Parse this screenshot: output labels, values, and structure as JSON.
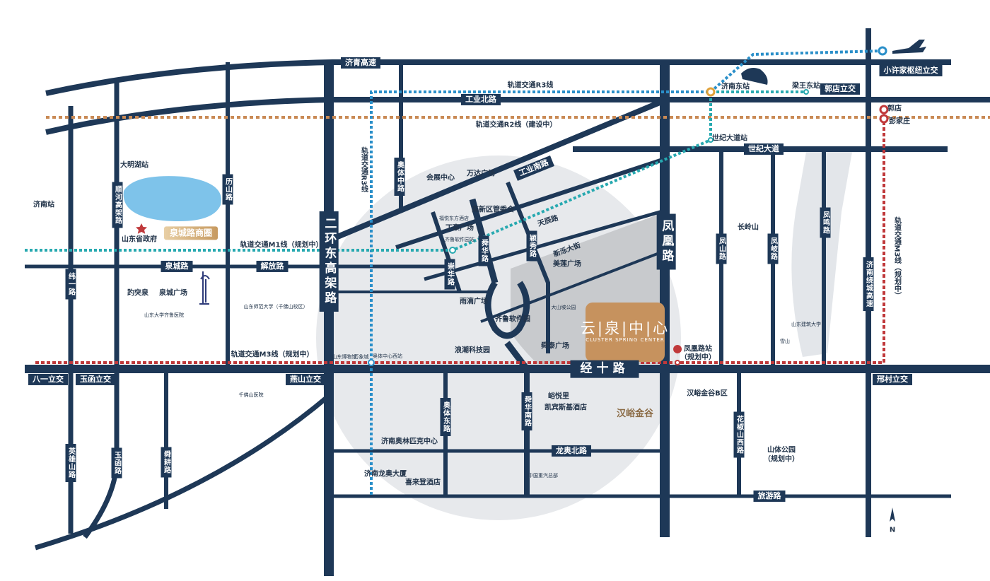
{
  "roads": {
    "jiqing": "济青高速",
    "gongyebei": "工业北路",
    "shiji": "世纪大道",
    "gongyenan": "工业南路",
    "tianchen": "天辰路",
    "xinluo": "新泺大街",
    "quancheng": "泉城路",
    "jiefang": "解放路",
    "jingshi": "经十路",
    "longaobei": "龙奥北路",
    "lvyou": "旅游路",
    "erhuan": "二环东高架路",
    "fenghuang": "凤凰路",
    "aotizhong": "奥体中路",
    "shunhua": "舜华路",
    "chonghua": "崇华路",
    "yingxiu": "颖秀路",
    "shunhe": "顺河高架路",
    "lishan": "历山路",
    "weiyi": "纬一路",
    "yingxiongshan": "英雄山路",
    "yuhan": "玉函路",
    "shungeng": "舜耕路",
    "aotidong": "奥体东路",
    "shunhuanan": "舜华南路",
    "huajiaoshan": "花椒山西路",
    "fengshan": "凤山路",
    "fengqi": "凤岐路",
    "fengming": "凤鸣路",
    "raocheng": "济南绕城高速"
  },
  "interchanges": {
    "xiaoxujia": "小许家枢纽立交",
    "guodian": "郭店立交",
    "bayi": "八一立交",
    "yuhan": "玉函立交",
    "yanshan": "燕山立交",
    "xingcun": "邢村立交"
  },
  "rail": {
    "r3": "轨道交通R3线",
    "r2": "轨道交通R2线（建设中）",
    "r3v": "轨道交通R3线",
    "m1": "轨道交通M1线（规划中）",
    "m3": "轨道交通M3线（规划中）",
    "m3v": "轨道交通M3线（规划中）"
  },
  "stations": {
    "jinandong": "济南东站",
    "liangwangdong": "梁王东站",
    "shijidadao": "世纪大道站",
    "guodian": "郭店",
    "pengjiazhuang": "彭家庄",
    "daminghu": "大明湖站",
    "jinan": "济南站",
    "qiluruanjian": "齐鲁软件园站",
    "fenghuanglu": "凤凰路站",
    "fenghuanglu_note": "（规划中）",
    "aotixi": "奥体中心西站"
  },
  "landmarks": {
    "huizhan": "会展中心",
    "wanda": "万达广场",
    "gaoxin": "高新区管委会",
    "fuyue": "福悦东方酒店",
    "dinghao": "丁豪广场",
    "meilian": "美莲广场",
    "dashanpo": "大山坡公园",
    "yudi": "雨滴广场",
    "qilu": "齐鲁软件园",
    "shuntai": "舜泰广场",
    "langchao": "浪潮科技园",
    "museum": "山东博物馆",
    "wanxiang": "万象城",
    "yuyueli": "峪悦里",
    "kempinski": "凯宾斯基酒店",
    "hanyu": "汉峪金谷",
    "olympic": "济南奥林匹克中心",
    "longao": "济南龙奥大厦",
    "sheraton": "喜来登酒店",
    "zhongqi": "中国重汽总部",
    "hanyub": "汉峪金谷B区",
    "shanti": "山体公园",
    "shanti_note": "（规划中）",
    "changling": "长岭山",
    "jianzhu": "山东建筑大学",
    "xueshan": "雪山",
    "gov": "山东省政府",
    "shangquan": "泉城路商圈",
    "baotu": "趵突泉",
    "guangchang": "泉城广场",
    "qiluyiyuan": "山东大学齐鲁医院",
    "shida": "山东师范大学（千佛山校区）",
    "qianfo": "千佛山医院"
  },
  "project": {
    "name": "云|泉|中|心",
    "en": "CLUSTER SPRING CENTER"
  },
  "compass": "N",
  "colors": {
    "road": "#1e3857",
    "circle": "#e7e9ec",
    "zone": "#c8cacd",
    "project": "#c6925e",
    "r2": "#c98a55",
    "m3": "#c0393b",
    "metro": "#27a9b0"
  }
}
